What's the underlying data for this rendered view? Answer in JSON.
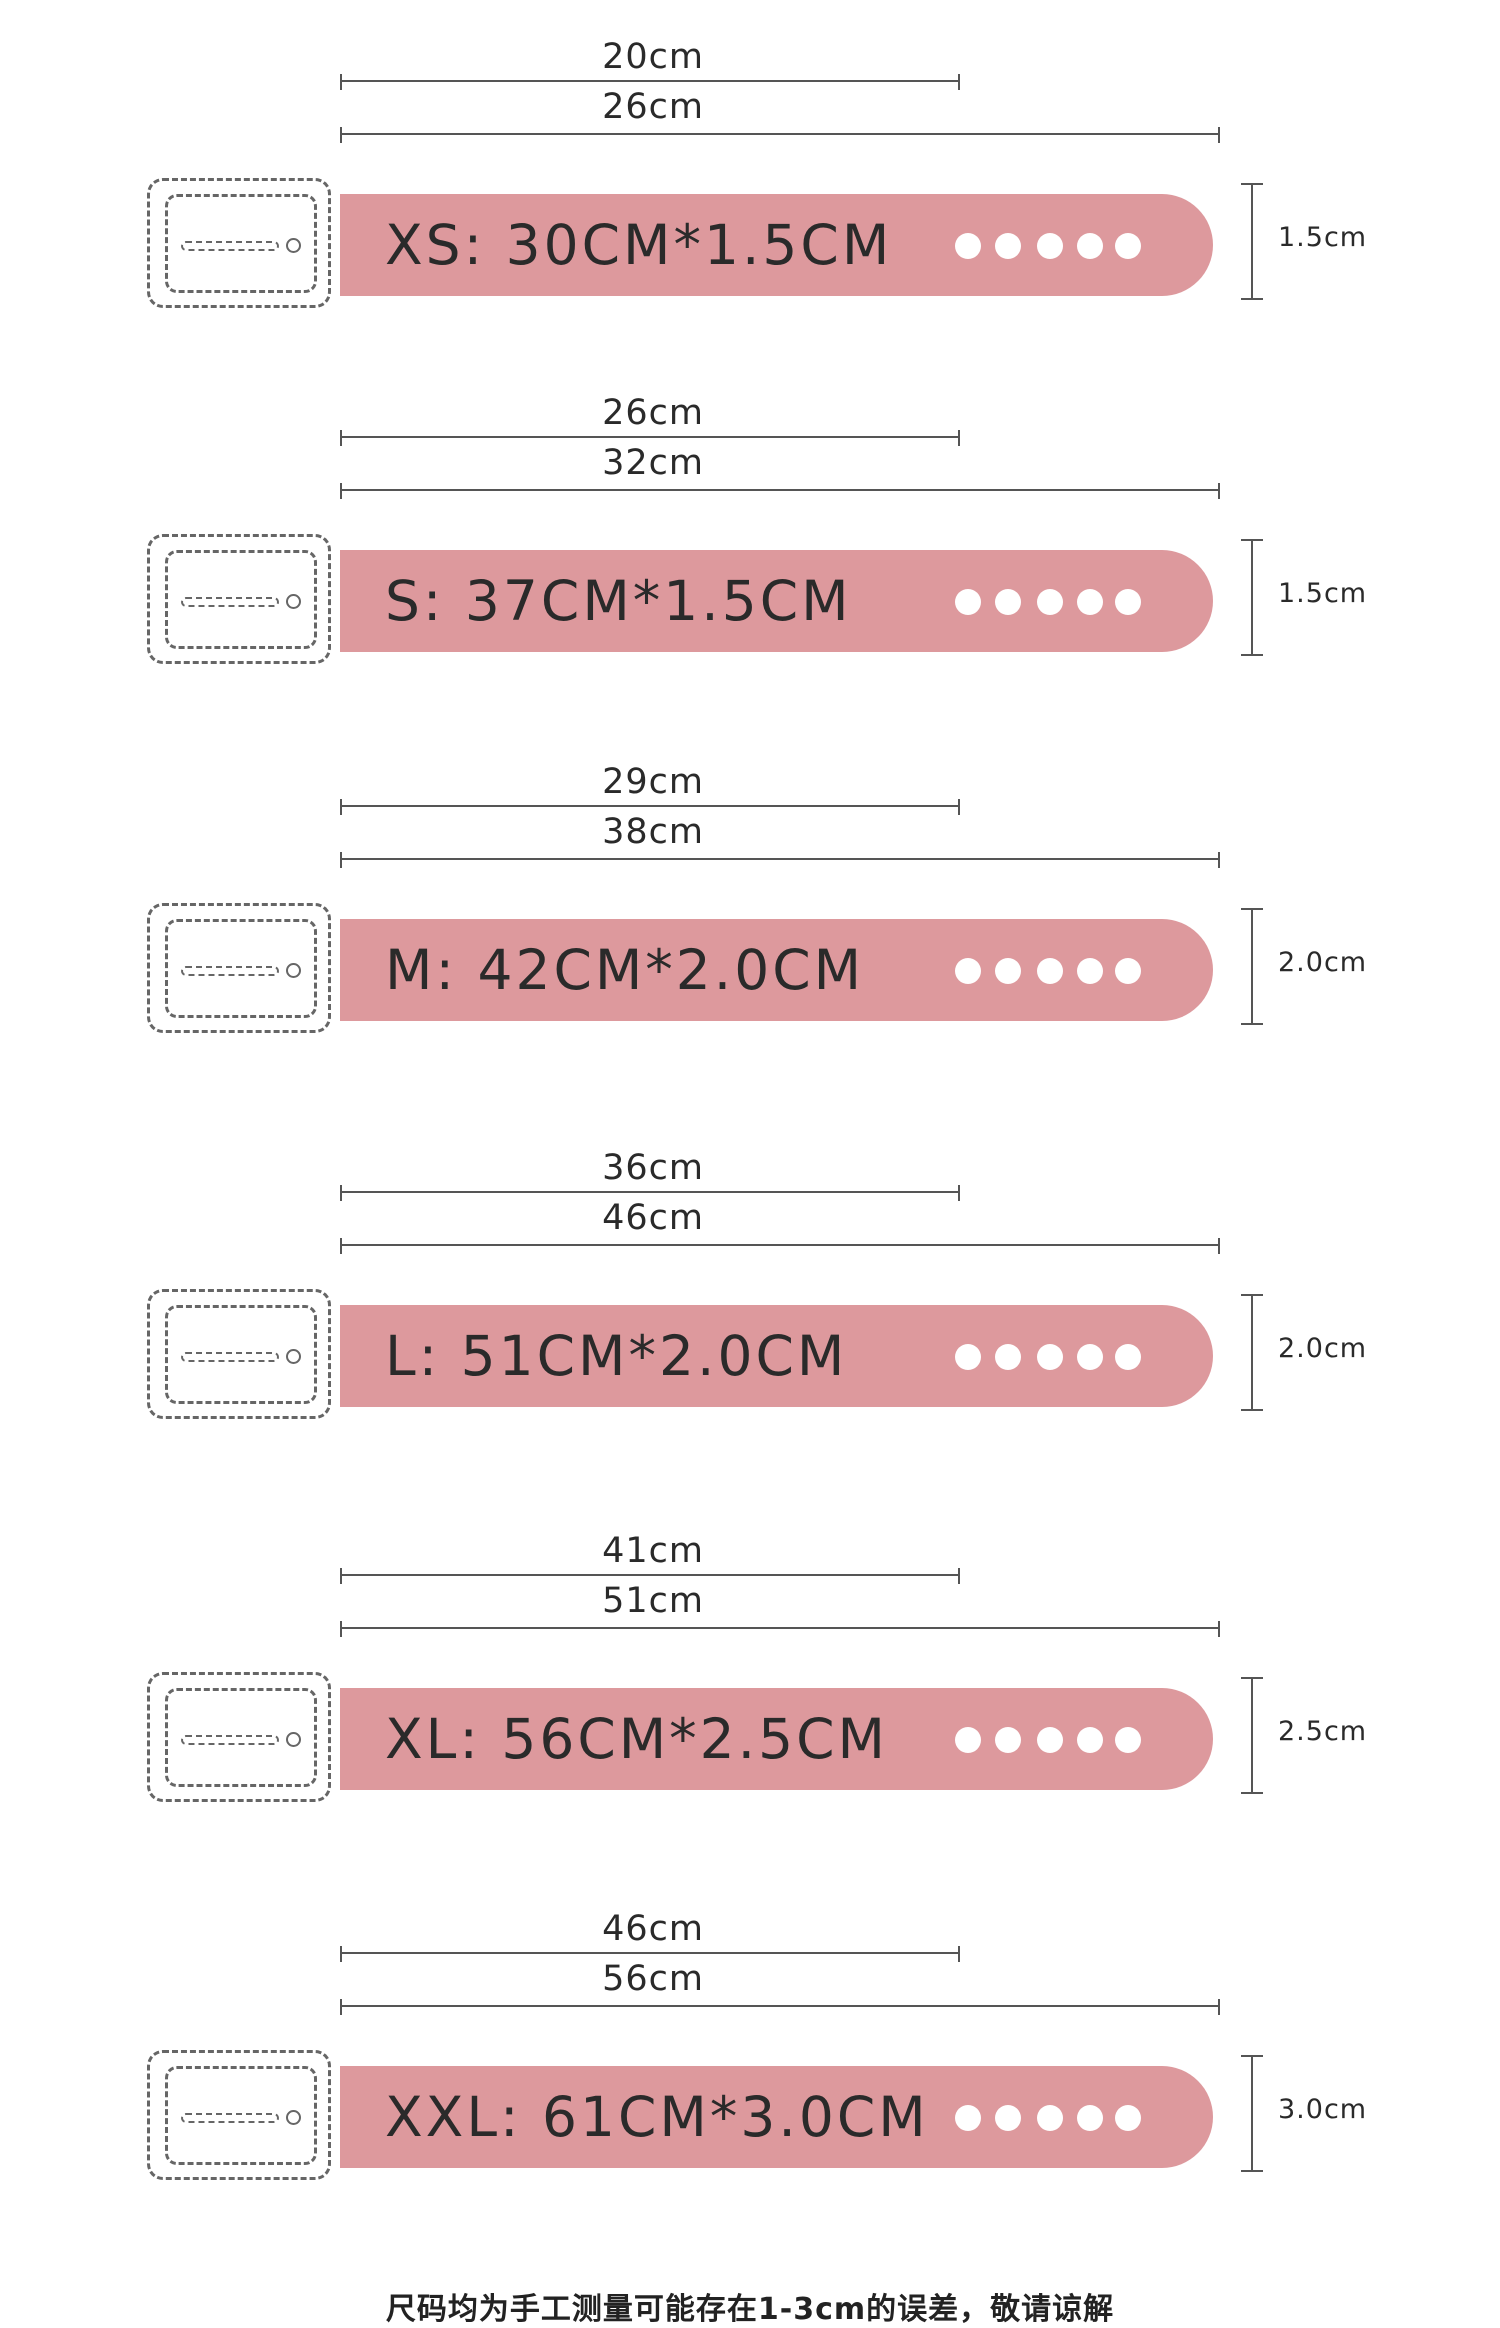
{
  "sizes": [
    {
      "inner": "20cm",
      "outer": "26cm",
      "label": "XS: 30CM*1.5CM",
      "width": "1.5cm"
    },
    {
      "inner": "26cm",
      "outer": "32cm",
      "label": "S: 37CM*1.5CM",
      "width": "1.5cm"
    },
    {
      "inner": "29cm",
      "outer": "38cm",
      "label": "M: 42CM*2.0CM",
      "width": "2.0cm"
    },
    {
      "inner": "36cm",
      "outer": "46cm",
      "label": "L: 51CM*2.0CM",
      "width": "2.0cm"
    },
    {
      "inner": "41cm",
      "outer": "51cm",
      "label": "XL: 56CM*2.5CM",
      "width": "2.5cm"
    },
    {
      "inner": "46cm",
      "outer": "56cm",
      "label": "XXL: 61CM*3.0CM",
      "width": "3.0cm"
    }
  ],
  "colors": {
    "strap": "#dd999d",
    "outline": "#666666",
    "text": "#2a2a2a"
  },
  "footnote": "尺码均为手工测量可能存在1-3cm的误差，敬请谅解"
}
